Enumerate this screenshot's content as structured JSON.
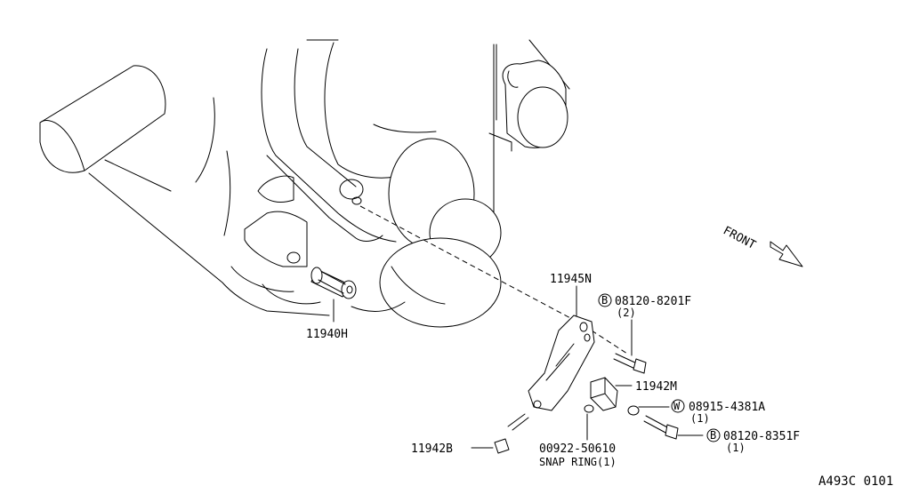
{
  "diagram_code": "A493C 0101",
  "front_arrow": {
    "label": "FRONT",
    "icon": "front-direction-arrow-icon"
  },
  "parts": [
    {
      "id": "11940H",
      "name": "11940H"
    },
    {
      "id": "11945N",
      "name": "11945N"
    },
    {
      "id": "08120-8201F",
      "name": "08120-8201F",
      "prefix": "B",
      "qty": "(2)"
    },
    {
      "id": "11942M",
      "name": "11942M"
    },
    {
      "id": "08915-4381A",
      "name": "08915-4381A",
      "prefix": "W",
      "qty": "(1)"
    },
    {
      "id": "08120-8351F",
      "name": "08120-8351F",
      "prefix": "B",
      "qty": "(1)"
    },
    {
      "id": "11942B",
      "name": "11942B"
    },
    {
      "id": "00922-50610",
      "name": "00922-50610",
      "sub": "SNAP RING(1)"
    }
  ]
}
